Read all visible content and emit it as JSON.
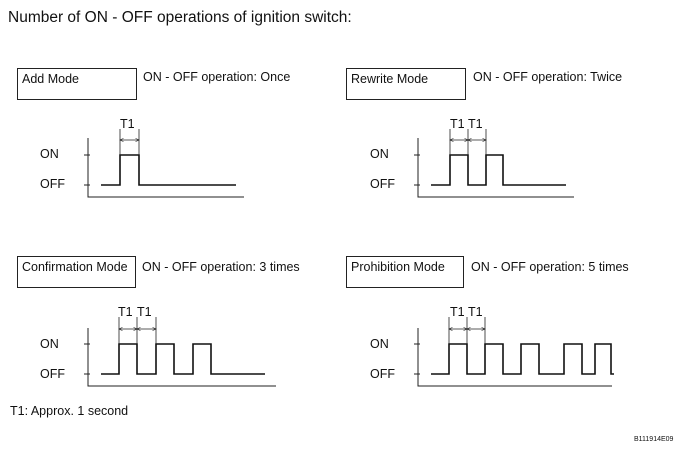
{
  "title": "Number of ON - OFF operations of ignition switch:",
  "level_labels": {
    "on": "ON",
    "off": "OFF"
  },
  "interval_label": "T1",
  "panels": [
    {
      "mode": "Add Mode",
      "operation": "ON - OFF operation: Once",
      "pulses": 1,
      "interval_marks": 1
    },
    {
      "mode": "Rewrite Mode",
      "operation": "ON - OFF operation: Twice",
      "pulses": 2,
      "interval_marks": 2
    },
    {
      "mode": "Confirmation Mode",
      "operation": "ON - OFF operation: 3 times",
      "pulses": 3,
      "interval_marks": 2
    },
    {
      "mode": "Prohibition Mode",
      "operation": "ON - OFF operation: 5 times",
      "pulses": 5,
      "interval_marks": 2
    }
  ],
  "footnote": "T1: Approx. 1 second",
  "figure_code": "B111914E09"
}
